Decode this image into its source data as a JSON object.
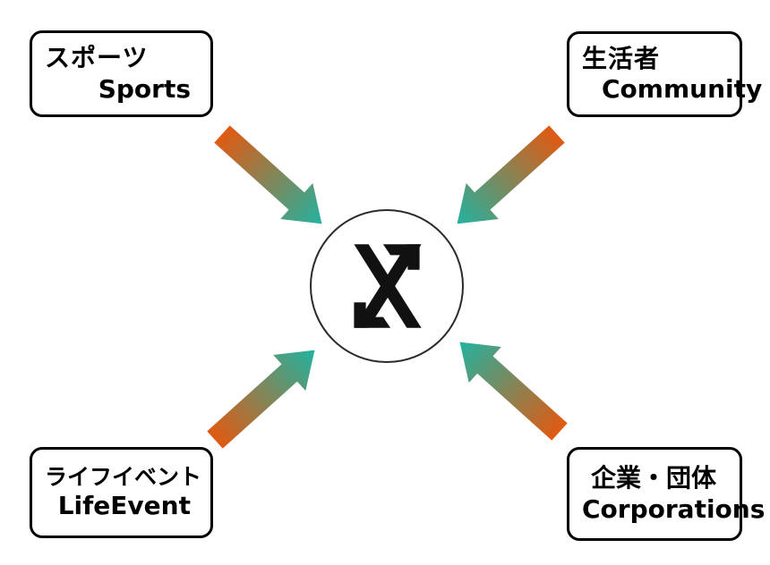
{
  "diagram": {
    "title": "",
    "center": {
      "logo_name": "x-logo"
    },
    "nodes": [
      {
        "id": "sports",
        "jp": "スポーツ",
        "en": "Sports"
      },
      {
        "id": "community",
        "jp": "生活者",
        "en": "Community"
      },
      {
        "id": "lifeevent",
        "jp": "ライフイベント",
        "en": "LifeEvent"
      },
      {
        "id": "corporations",
        "jp": "企業・団体",
        "en": "Corporations"
      }
    ],
    "arrows": [
      {
        "from": "sports",
        "to": "center"
      },
      {
        "from": "community",
        "to": "center"
      },
      {
        "from": "lifeevent",
        "to": "center"
      },
      {
        "from": "corporations",
        "to": "center"
      }
    ],
    "colors": {
      "arrow_start": "#e05a12",
      "arrow_end": "#23b2a0",
      "box_border": "#000000",
      "logo": "#111111",
      "background": "#ffffff"
    }
  }
}
